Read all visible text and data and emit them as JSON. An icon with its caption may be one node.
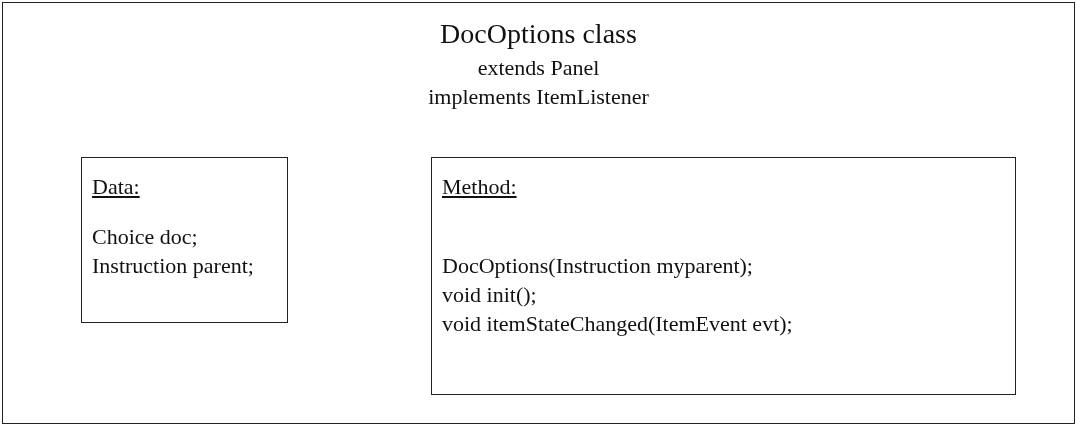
{
  "diagram": {
    "nodes": [
      {
        "text": [
          "DocOptions class",
          "extends Panel",
          "implements ItemListener"
        ]
      },
      {
        "text": [
          "Data:",
          "Choice doc;",
          "Instruction parent;"
        ],
        "in": 0
      },
      {
        "text": [
          "Method:",
          "DocOptions(Instruction myparent);",
          "void init();",
          "void itemStateChanged(ItemEvent evt);"
        ],
        "in": 0
      }
    ]
  }
}
